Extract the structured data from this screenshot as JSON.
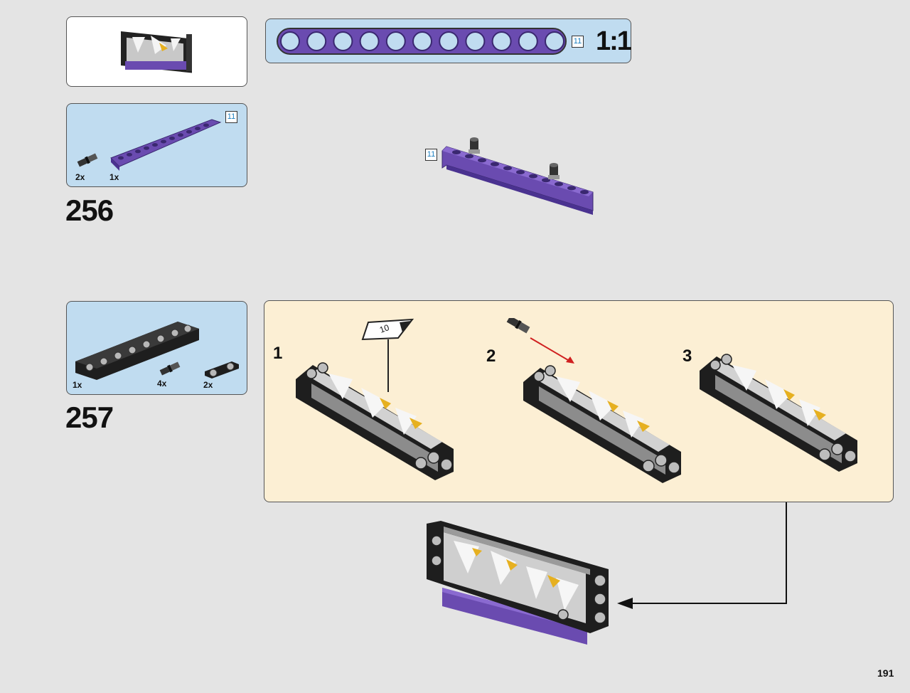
{
  "ruler": {
    "length_label": "11",
    "scale_label": "1:1"
  },
  "step_256": {
    "number": "256",
    "parts": [
      {
        "qty": "2x",
        "icon": "connector-peg-icon"
      },
      {
        "qty": "1x",
        "icon": "purple-beam-11-icon"
      }
    ],
    "beam_length_badge": "11",
    "assembly_length_badge": "11"
  },
  "step_257": {
    "number": "257",
    "parts": [
      {
        "qty": "1x",
        "icon": "black-panel-beam-icon"
      },
      {
        "qty": "4x",
        "icon": "connector-peg-icon"
      },
      {
        "qty": "2x",
        "icon": "short-beam-icon"
      }
    ],
    "substeps": [
      {
        "num": "1",
        "sticker_label": "10"
      },
      {
        "num": "2"
      },
      {
        "num": "3"
      }
    ]
  },
  "page_number": "191",
  "colors": {
    "purple": "#6a4bb0",
    "panel_blue": "#c0dcf0",
    "panel_cream": "#fcefd4",
    "arrow_red": "#d02020"
  }
}
